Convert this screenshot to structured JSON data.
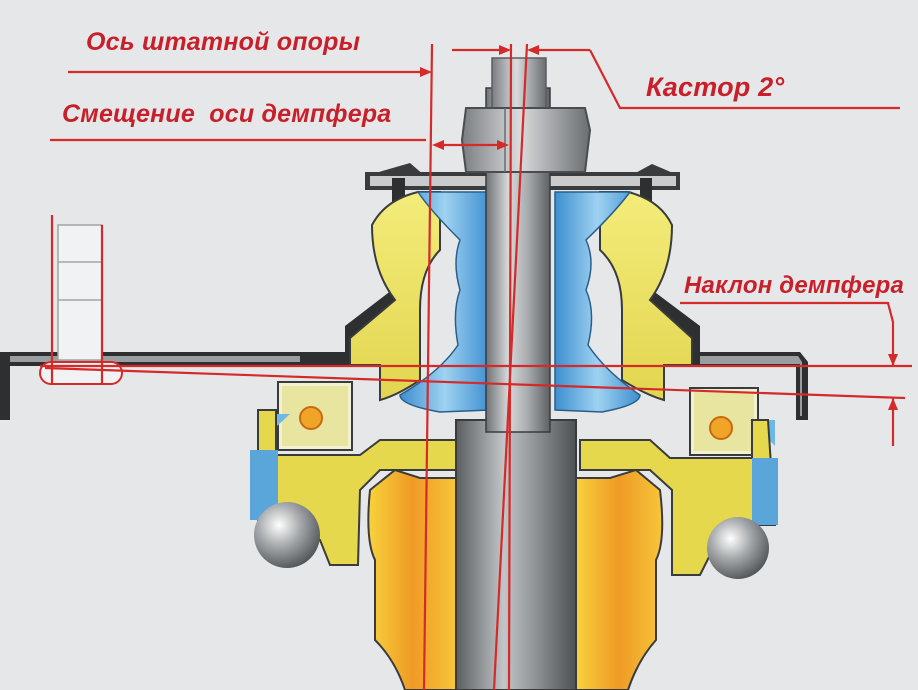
{
  "labels": {
    "standard_mount_axis": "Ось штатной опоры",
    "damper_axis_offset": "Смещение  оси демпфера",
    "caster": "Кастор 2°",
    "damper_tilt": "Наклон демпфера"
  },
  "colors": {
    "annotation_red": "#d42a2a",
    "background": "#e6e7e9",
    "rubber_yellow": "#ede36b",
    "bushing_blue": "#6fb7e4",
    "metal_grey": "#8e9194",
    "bearing_orange": "#ee9f2c"
  }
}
